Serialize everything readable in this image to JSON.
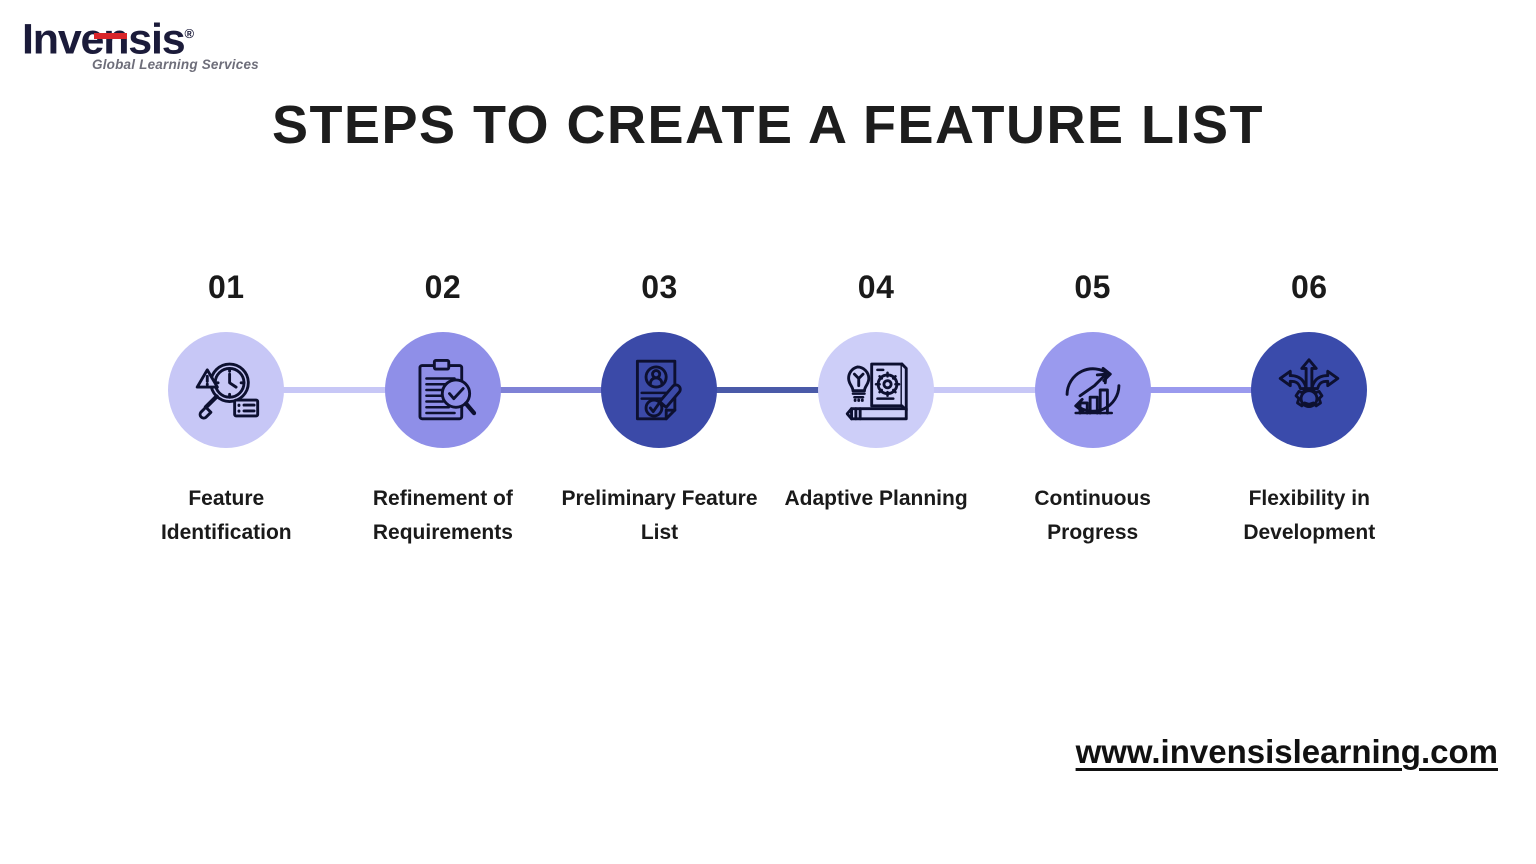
{
  "brand": {
    "logo_text": "Invensis",
    "logo_registered": "®",
    "tagline": "Global Learning Services",
    "accent_color": "#d9252a",
    "wordmark_color": "#1b1b3a"
  },
  "header": {
    "title": "STEPS TO CREATE A FEATURE LIST"
  },
  "footer": {
    "url": "www.invensislearning.com"
  },
  "timeline": {
    "steps": [
      {
        "number": "01",
        "label": "Feature Identification",
        "icon": "clock-magnifier-warning-icon",
        "circle_color": "#c7c7f6",
        "connector_right_color": "#c7c7f6"
      },
      {
        "number": "02",
        "label": "Refinement of Requirements",
        "icon": "clipboard-check-magnifier-icon",
        "circle_color": "#8f8fe8",
        "connector_left_color": "#c7c7f6",
        "connector_right_color": "#7f82d6"
      },
      {
        "number": "03",
        "label": "Preliminary Feature List",
        "icon": "document-profile-pencil-icon",
        "circle_color": "#3b4aa8",
        "connector_left_color": "#7f82d6",
        "connector_right_color": "#4a5aa8"
      },
      {
        "number": "04",
        "label": "Adaptive Planning",
        "icon": "lightbulb-gear-book-icon",
        "circle_color": "#cdcef8",
        "connector_left_color": "#4a5aa8",
        "connector_right_color": "#c7c7f6"
      },
      {
        "number": "05",
        "label": "Continuous Progress",
        "icon": "growth-chart-refresh-icon",
        "circle_color": "#9a9aee",
        "connector_left_color": "#c7c7f6",
        "connector_right_color": "#9a9aee"
      },
      {
        "number": "06",
        "label": "Flexibility in Development",
        "icon": "gear-multi-arrow-icon",
        "circle_color": "#3a4bab",
        "connector_left_color": "#9a9aee"
      }
    ]
  },
  "palette": {
    "text_dark": "#1a1a1a",
    "background": "#ffffff",
    "icon_stroke": "#0d1030"
  }
}
